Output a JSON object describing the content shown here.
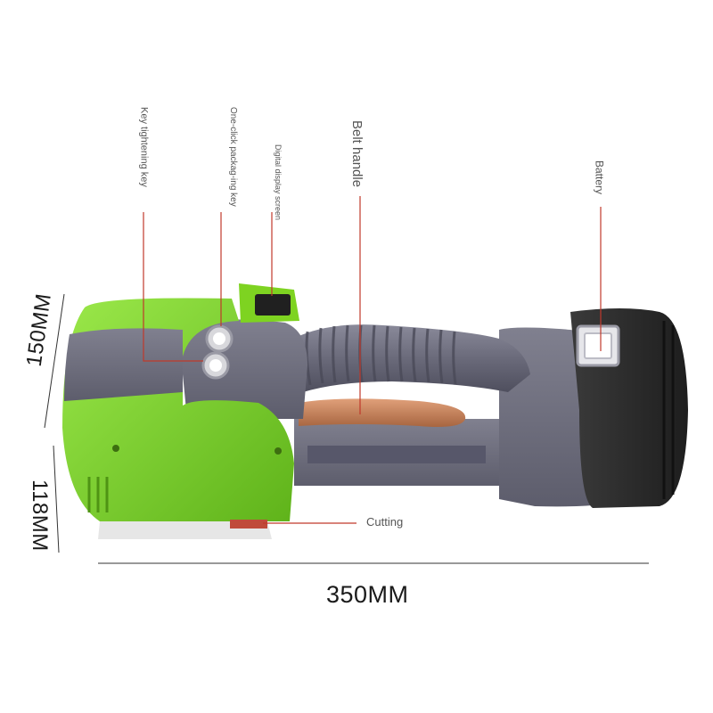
{
  "labels": {
    "key_tightening": "Key tightening key",
    "one_click": "One-click packag-ing key",
    "display": "Digital display screen",
    "belt_handle": "Belt handle",
    "battery": "Battery",
    "cutting": "Cutting"
  },
  "dimensions": {
    "height": "150MM",
    "depth": "118MM",
    "length": "350MM"
  },
  "colors": {
    "body_green": "#7ed321",
    "body_grey": "#6f6f82",
    "battery_black": "#2b2b2b",
    "handle_copper": "#c8835a",
    "label_line": "#c0392b"
  }
}
